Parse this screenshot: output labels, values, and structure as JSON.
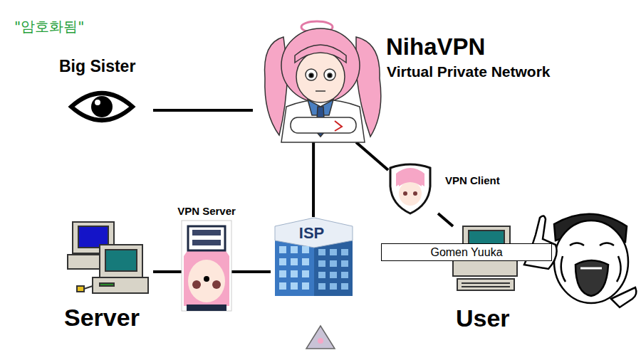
{
  "diagram": {
    "nodes": [
      {
        "text": [
          "Big Sister"
        ]
      },
      {
        "text": [
          "NihaVPN",
          "Virtual Private Network"
        ]
      },
      {
        "text": [
          "VPN Client"
        ]
      },
      {
        "text": [
          "Server"
        ]
      },
      {
        "text": [
          "VPN Server"
        ]
      },
      {
        "text": [
          "ISP"
        ]
      },
      {
        "text": [
          "User"
        ]
      },
      {
        "text": [
          "Gomen Yuuka"
        ]
      }
    ],
    "edges": [
      {
        "from": 0,
        "to": 1,
        "arrow": "none"
      },
      {
        "from": 1,
        "to": 5,
        "arrow": "none"
      },
      {
        "from": 1,
        "to": 2,
        "arrow": "none"
      },
      {
        "from": 2,
        "to": 6,
        "arrow": "none"
      },
      {
        "from": 3,
        "to": 4,
        "arrow": "none"
      },
      {
        "from": 4,
        "to": 5,
        "arrow": "none"
      }
    ],
    "labels": [
      "\"암호화됨\""
    ]
  }
}
